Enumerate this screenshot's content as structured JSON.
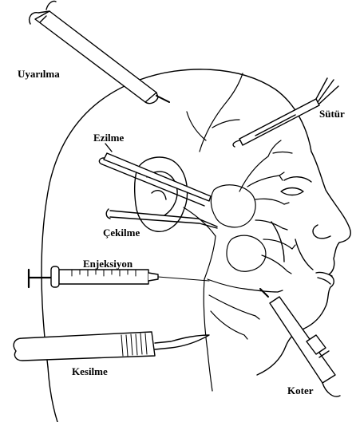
{
  "figure": {
    "labels": {
      "stimulation": "Uyarılma",
      "suture": "Sütür",
      "crush": "Ezilme",
      "traction": "Çekilme",
      "injection": "Enjeksiyon",
      "cutting": "Kesilme",
      "cautery": "Koter"
    },
    "colors": {
      "ink": "#000000",
      "paper": "#ffffff"
    },
    "icons": {
      "stimulator": "nerve-stimulator-probe",
      "suture_forceps": "suture-forceps",
      "crush_forceps": "crushing-forceps",
      "retractor": "retractor-forceps",
      "syringe": "syringe",
      "scalpel": "scalpel",
      "cautery_pen": "cautery-pen"
    }
  }
}
